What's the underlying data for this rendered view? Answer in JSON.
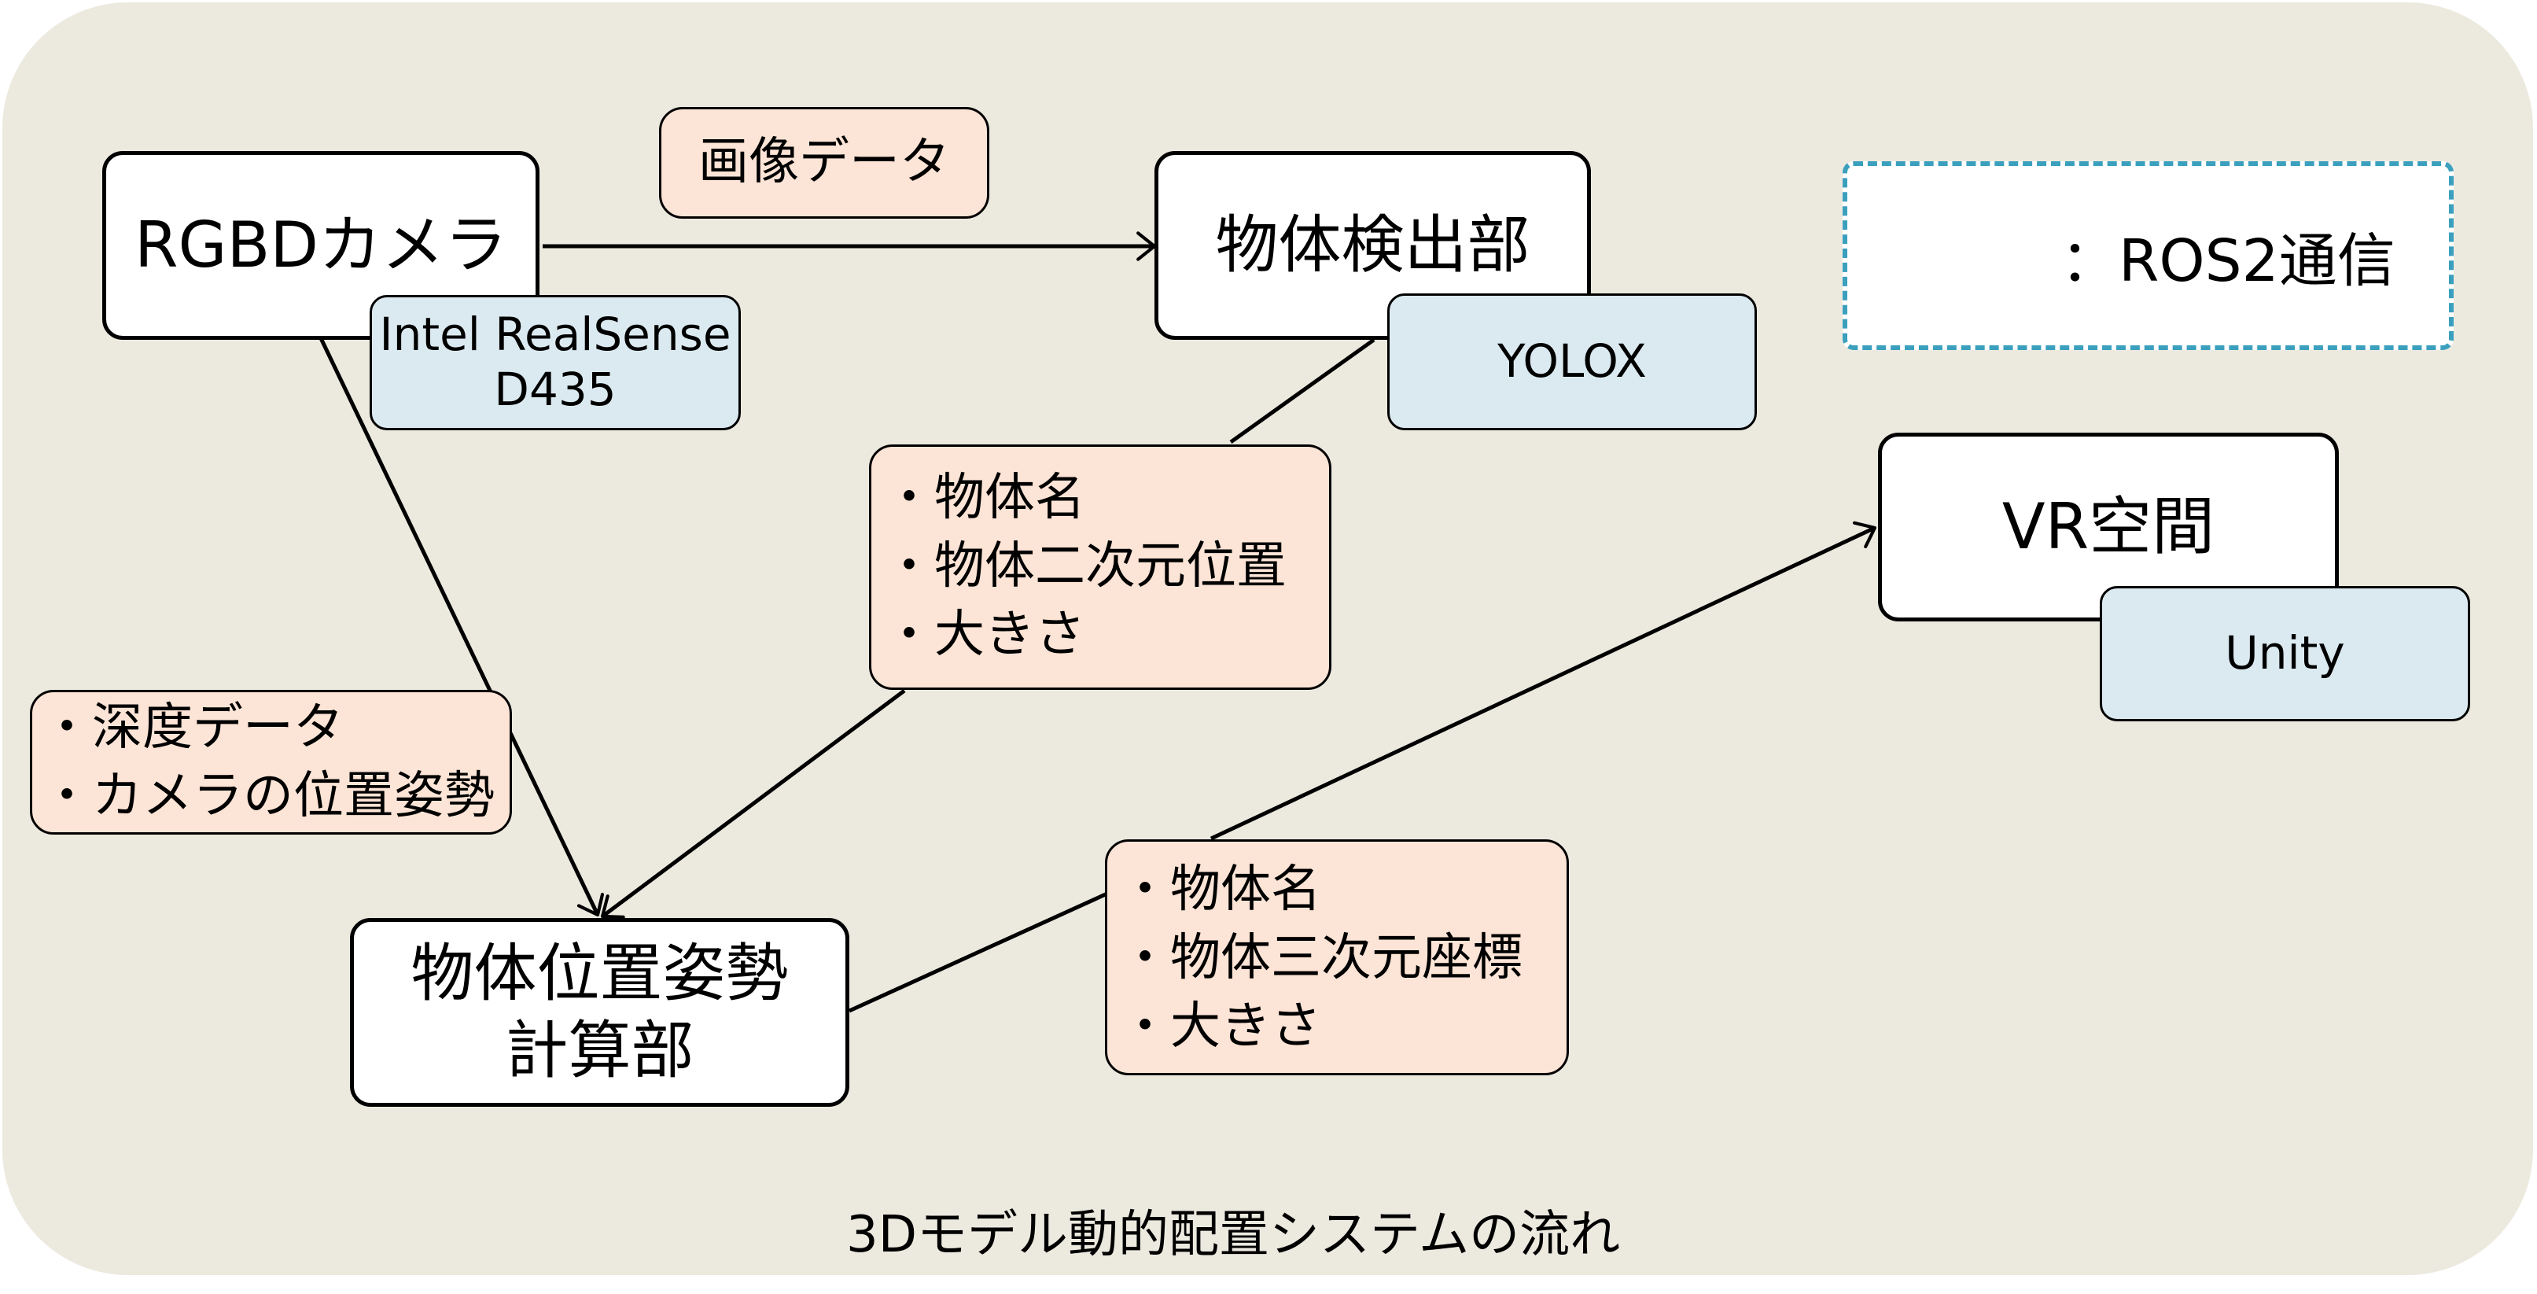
{
  "diagram": {
    "nodes": {
      "rgbd_camera": "RGBDカメラ",
      "object_detection": "物体検出部",
      "pose_calc": "物体位置姿勢\n計算部",
      "vr_space": "VR空間"
    },
    "tags": {
      "camera_device": "Intel RealSense\nD435",
      "detector_model": "YOLOX",
      "vr_engine": "Unity"
    },
    "edge_labels": {
      "image_data": "画像データ",
      "detection_output": [
        "・物体名",
        "・物体二次元位置",
        "・大きさ"
      ],
      "depth_and_pose": [
        "・深度データ",
        "・カメラの位置姿勢"
      ],
      "pose_output": [
        "・物体名",
        "・物体三次元座標",
        "・大きさ"
      ]
    },
    "legend": {
      "text": "：ROS2通信"
    },
    "caption": "3Dモデル動的配置システムの流れ",
    "colors": {
      "background": "#ece9df",
      "node_fill": "#ffffff",
      "tag_fill": "#dbeaf0",
      "label_fill": "#fce4d6",
      "legend_border": "#3aa0be"
    }
  }
}
